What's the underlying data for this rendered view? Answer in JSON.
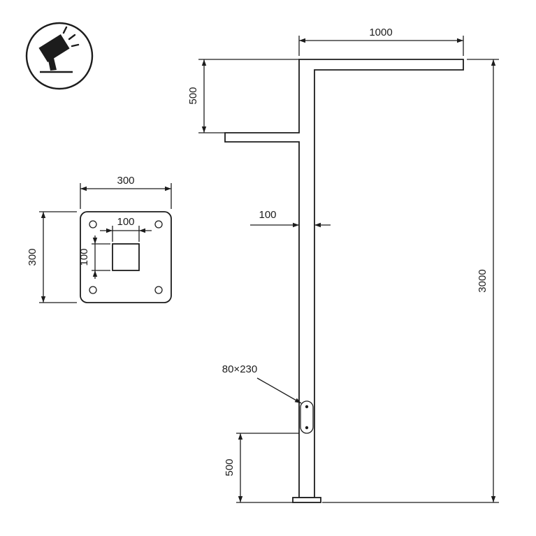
{
  "drawing": {
    "title": "street-light-pole-technical-drawing",
    "icon": "floodlight",
    "labels": {
      "arm_length": "1000",
      "arm_offset": "500",
      "pole_width": "100",
      "pole_height": "3000",
      "hatch": "80×230",
      "hatch_bottom_offset": "500",
      "plate_width": "300",
      "plate_height": "300",
      "plate_hole_width": "100",
      "plate_hole_height": "100"
    },
    "colors": {
      "line": "#1c1c1c",
      "background": "#ffffff"
    }
  }
}
